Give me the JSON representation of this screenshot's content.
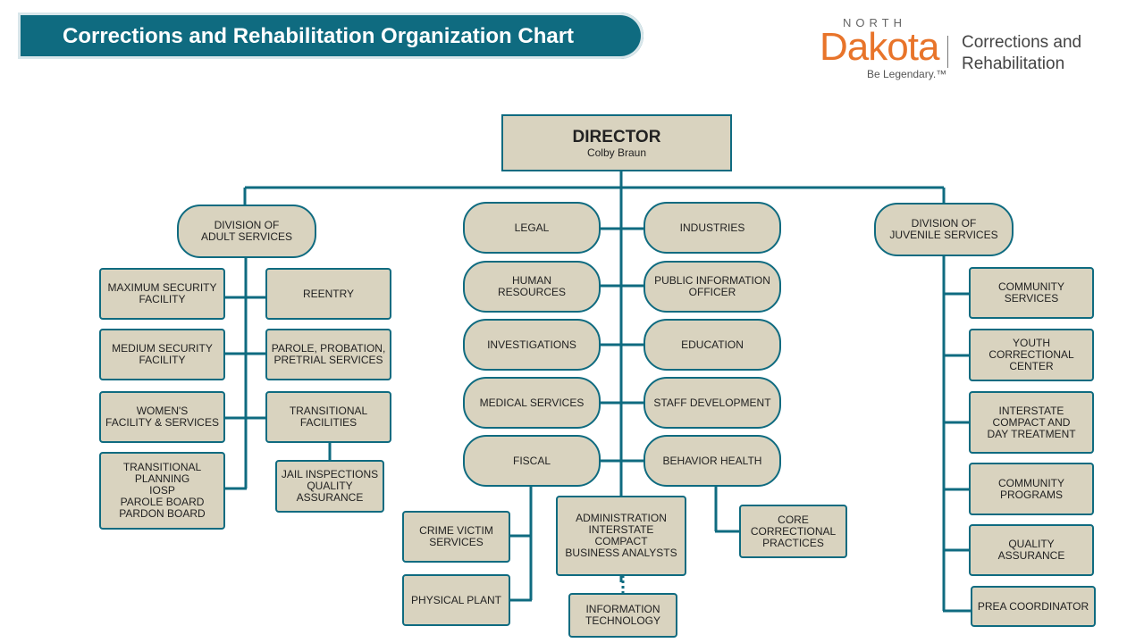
{
  "header": {
    "title": "Corrections and Rehabilitation Organization Chart"
  },
  "logo": {
    "north": "NORTH",
    "dakota": "Dakota",
    "tagline": "Be Legendary.™",
    "department_line1": "Corrections and",
    "department_line2": "Rehabilitation"
  },
  "director": {
    "title": "DIRECTOR",
    "name": "Colby Braun"
  },
  "adult": {
    "head": "DIVISION OF\nADULT SERVICES",
    "left": [
      "MAXIMUM SECURITY\nFACILITY",
      "MEDIUM SECURITY\nFACILITY",
      "WOMEN'S\nFACILITY & SERVICES",
      "TRANSITIONAL\nPLANNING\nIOSP\nPAROLE BOARD\nPARDON BOARD"
    ],
    "right": [
      "REENTRY",
      "PAROLE, PROBATION,\nPRETRIAL SERVICES",
      "TRANSITIONAL\nFACILITIES"
    ],
    "jail": "JAIL INSPECTIONS\nQUALITY\nASSURANCE"
  },
  "center": {
    "left": [
      "LEGAL",
      "HUMAN\nRESOURCES",
      "INVESTIGATIONS",
      "MEDICAL SERVICES",
      "FISCAL"
    ],
    "right": [
      "INDUSTRIES",
      "PUBLIC INFORMATION\nOFFICER",
      "EDUCATION",
      "STAFF DEVELOPMENT",
      "BEHAVIOR HEALTH"
    ],
    "fiscal_sub": [
      "CRIME VICTIM\nSERVICES",
      "PHYSICAL PLANT"
    ],
    "admin": "ADMINISTRATION\nINTERSTATE\nCOMPACT\nBUSINESS ANALYSTS",
    "it": "INFORMATION\nTECHNOLOGY",
    "behavior_sub": "CORE\nCORRECTIONAL\nPRACTICES"
  },
  "juvenile": {
    "head": "DIVISION OF\nJUVENILE SERVICES",
    "items": [
      "COMMUNITY\nSERVICES",
      "YOUTH\nCORRECTIONAL\nCENTER",
      "INTERSTATE\nCOMPACT AND\nDAY TREATMENT",
      "COMMUNITY\nPROGRAMS",
      "QUALITY\nASSURANCE",
      "PREA COORDINATOR"
    ]
  },
  "colors": {
    "accent": "#0f6b80",
    "box_fill": "#d9d3bf",
    "logo_orange": "#e8742a"
  }
}
